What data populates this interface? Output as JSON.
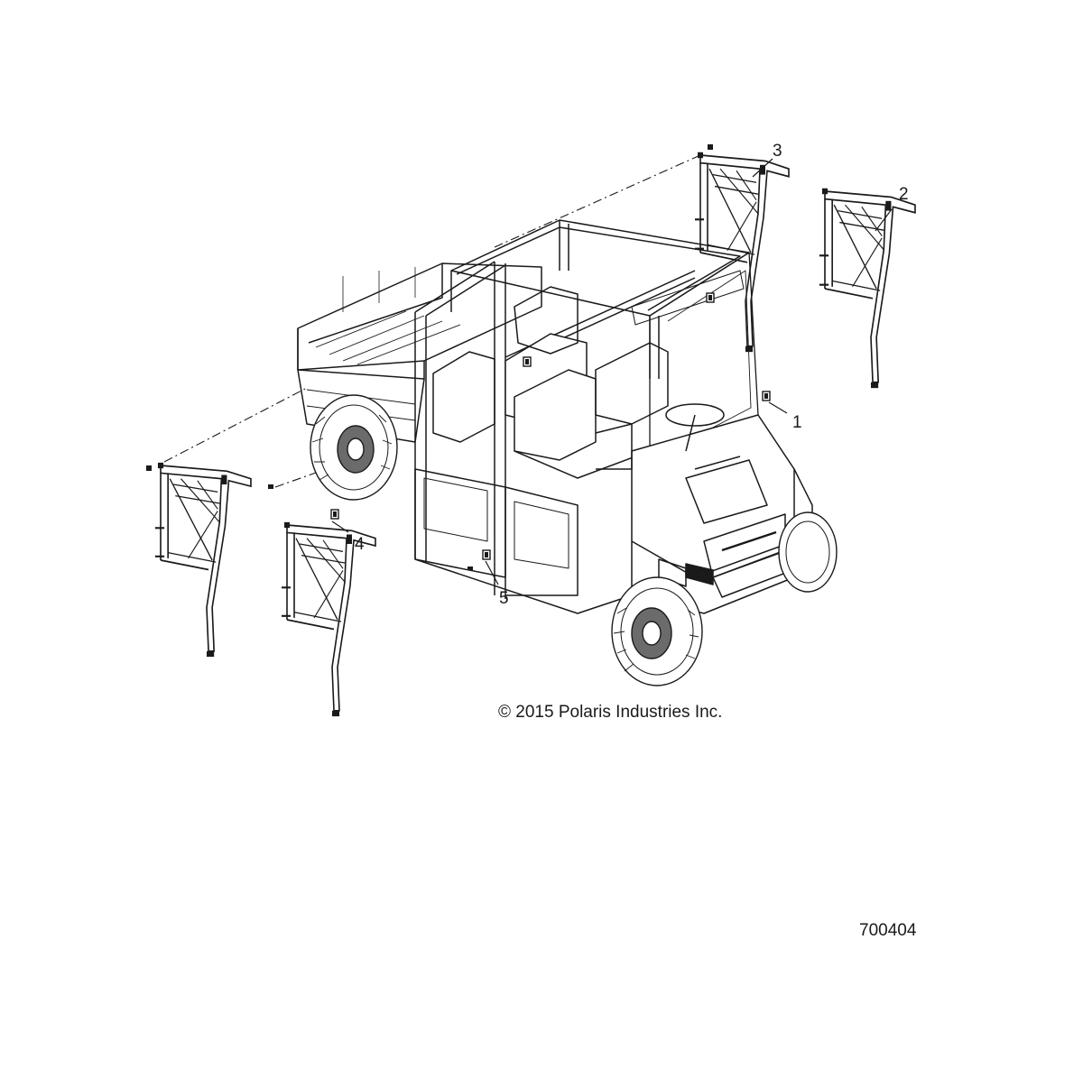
{
  "diagram": {
    "callouts": [
      {
        "number": "1",
        "part": "net-clip-front"
      },
      {
        "number": "2",
        "part": "side-net-front-right"
      },
      {
        "number": "3",
        "part": "side-net-rear-right"
      },
      {
        "number": "4",
        "part": "net-clip-rear-left"
      },
      {
        "number": "5",
        "part": "net-clip-front-left"
      }
    ],
    "copyright": "© 2015 Polaris Industries Inc.",
    "diagram_number": "700404",
    "colors": {
      "line": "#1a1a1a",
      "fill": "#ffffff",
      "shade": "#6b6b6b"
    }
  }
}
